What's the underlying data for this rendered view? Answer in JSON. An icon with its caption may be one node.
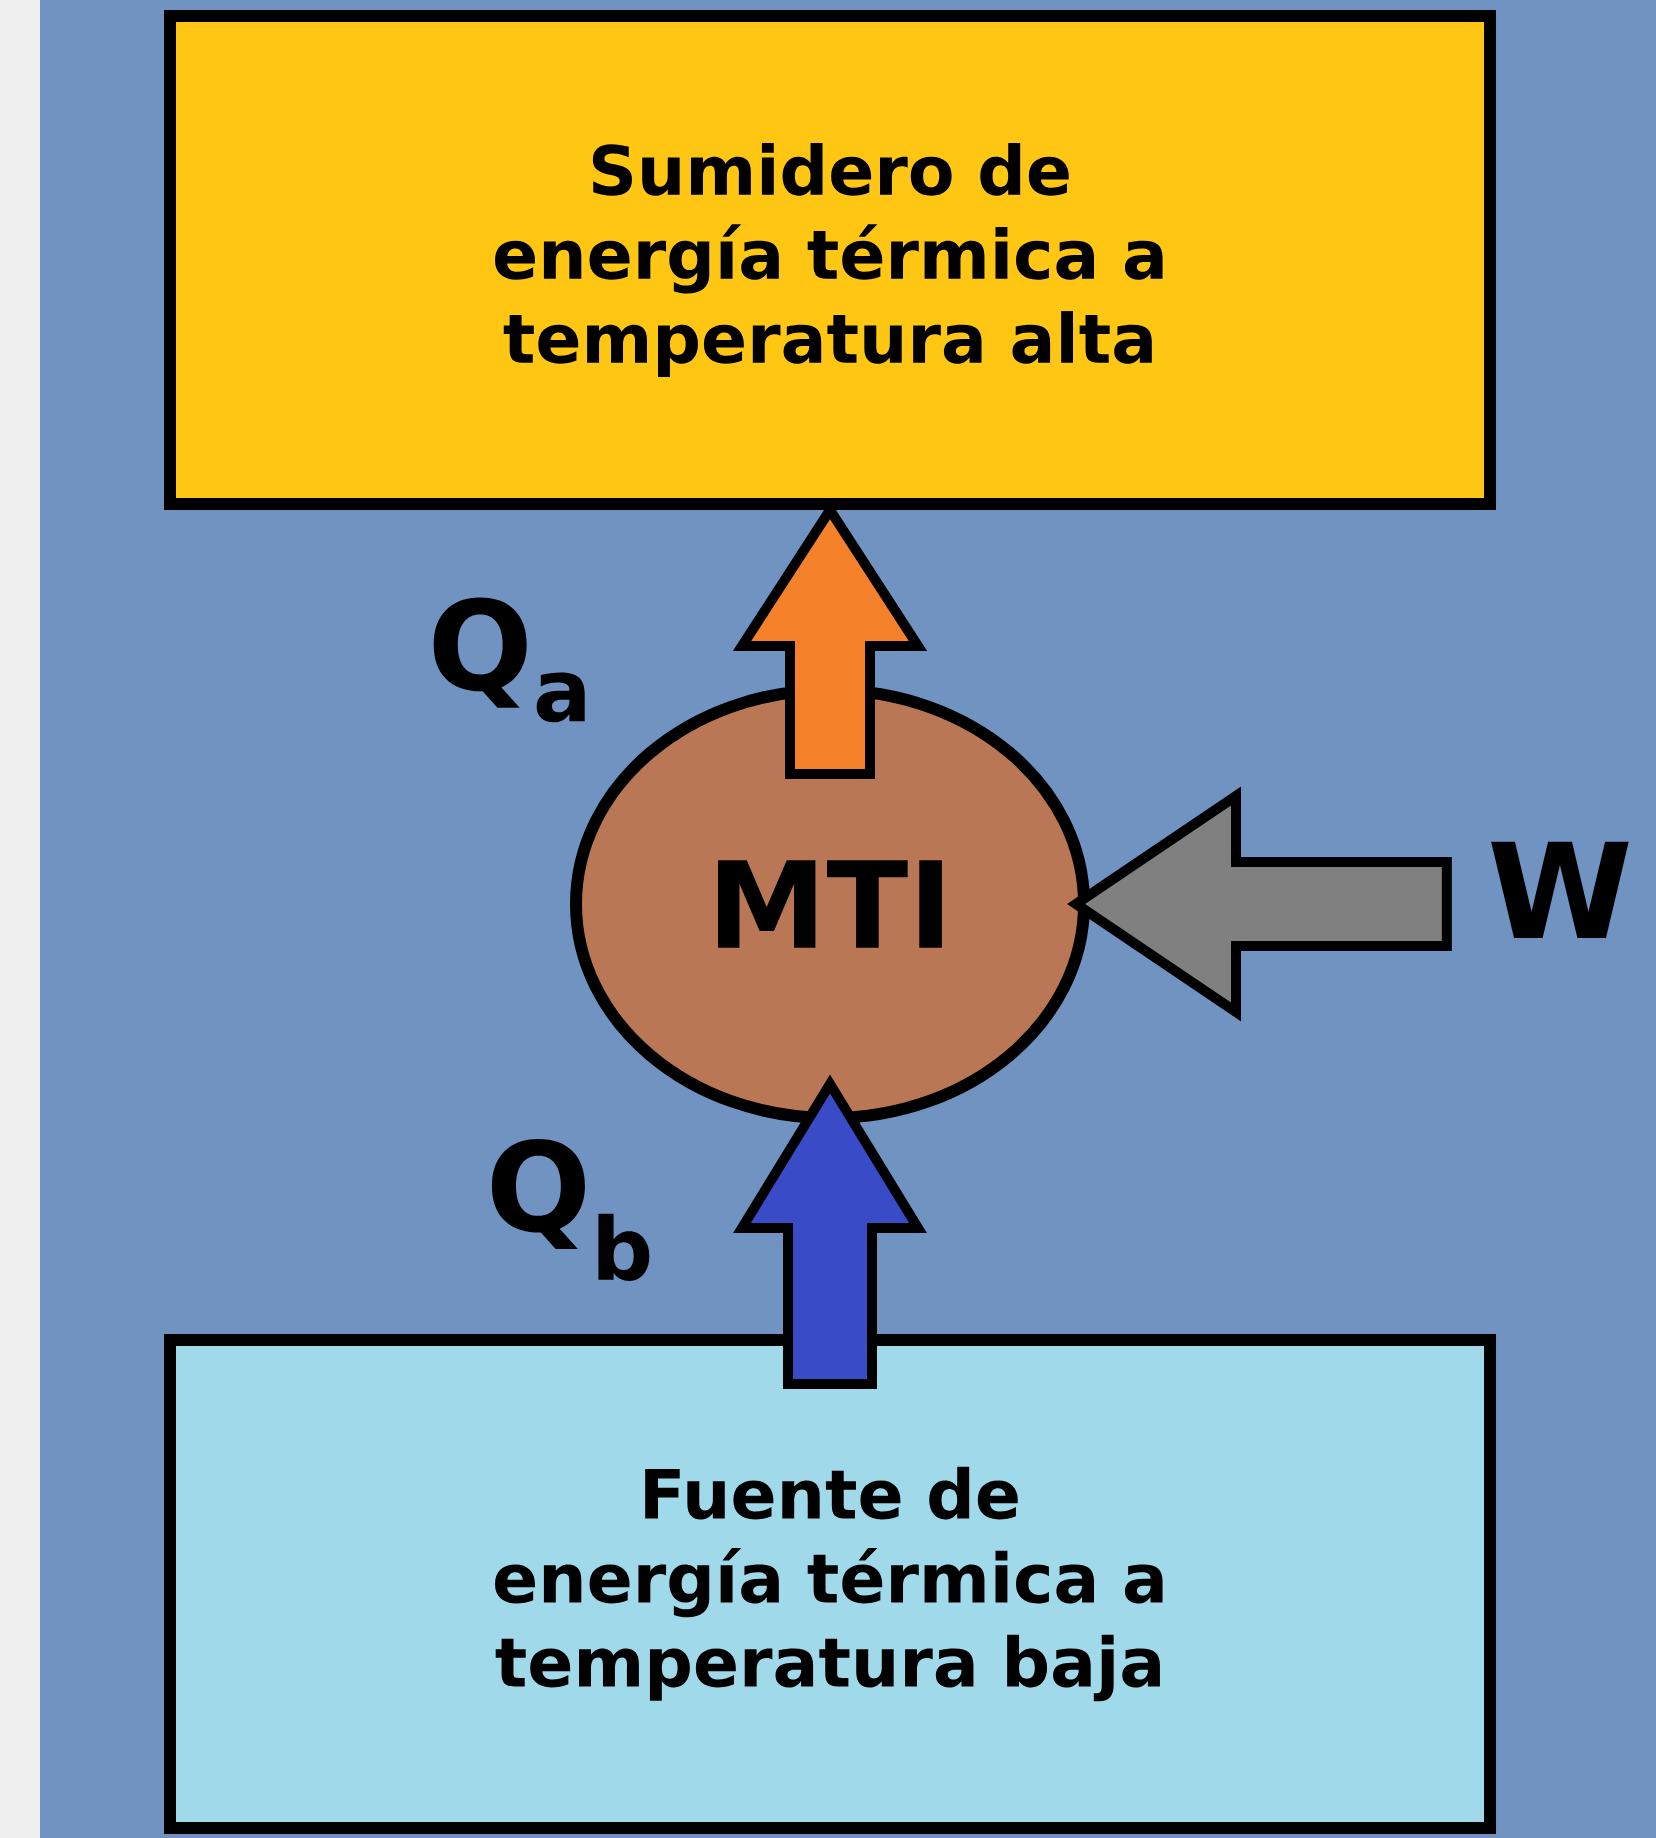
{
  "diagram": {
    "nodes": [
      {
        "text": [
          "Sumidero de energía térmica a temperatura alta"
        ]
      },
      {
        "text": [
          "MTI"
        ]
      },
      {
        "text": [
          "Fuente de energía térmica a temperatura baja"
        ]
      },
      {
        "text": [
          "W"
        ]
      }
    ],
    "edges": [
      {
        "from": 1,
        "to": 0,
        "arrow": "to",
        "label": "Q$_{a}$",
        "color": "#f5822a"
      },
      {
        "from": 2,
        "to": 1,
        "arrow": "to",
        "label": "Q$_{b}$",
        "color": "#3a4bc8"
      },
      {
        "from": 3,
        "to": 1,
        "arrow": "to",
        "color": "#808080"
      }
    ]
  }
}
